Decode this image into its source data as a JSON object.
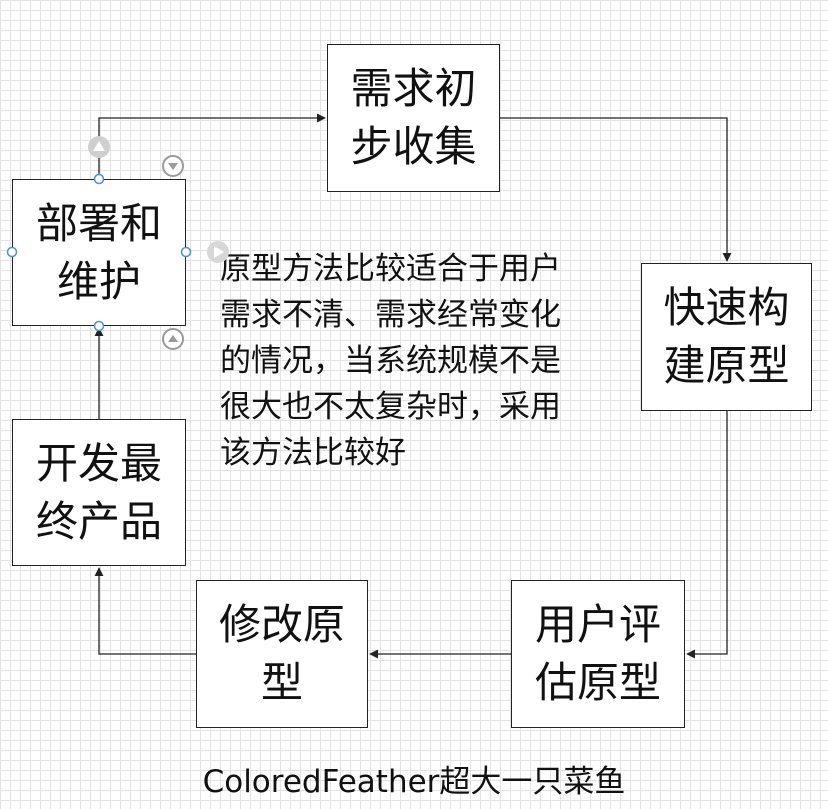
{
  "nodes": {
    "collect": "需求初步收集",
    "build": "快速构建原型",
    "eval": "用户评估原型",
    "modify": "修改原型",
    "final": "开发最终产品",
    "deploy": "部署和维护"
  },
  "note": "原型方法比较适合于用户需求不清、需求经常变化的情况，当系统规模不是很大也不太复杂时，采用该方法比较好",
  "watermark": "ColoredFeather超大一只菜鱼",
  "colors": {
    "line": "#222222",
    "handle": "#4a90d9",
    "handle_grey": "#b8b8b8"
  },
  "selection_icons": [
    "rotate-handle-icon",
    "chevron-down-icon",
    "chevron-right-icon",
    "chevron-up-icon"
  ]
}
